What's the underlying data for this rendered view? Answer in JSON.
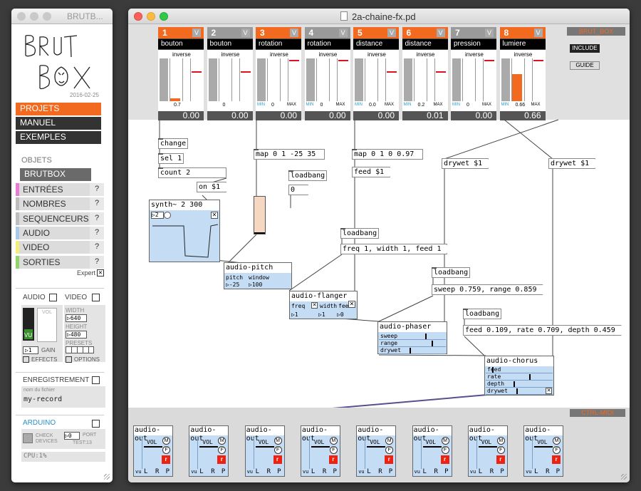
{
  "sidebar": {
    "title": "BRUTB...",
    "logo_text": "BRUT BOX",
    "date": "2016-02-25",
    "nav": [
      {
        "label": "PROJETS",
        "color": "#f26a1f"
      },
      {
        "label": "MANUEL",
        "color": "#333333"
      },
      {
        "label": "EXEMPLES",
        "color": "#333333"
      }
    ],
    "objets_label": "OBJETS",
    "brutbox_label": "BRUTBOX",
    "categories": [
      {
        "label": "ENTRÉES",
        "color": "#e97ad6"
      },
      {
        "label": "NOMBRES",
        "color": "#bdbdbd"
      },
      {
        "label": "SEQUENCEURS",
        "color": "#bdbdbd"
      },
      {
        "label": "AUDIO",
        "color": "#a8c9ea"
      },
      {
        "label": "VIDEO",
        "color": "#f3f07a"
      },
      {
        "label": "SORTIES",
        "color": "#8fd66a"
      }
    ],
    "help": "?",
    "expert": "Expert",
    "audio": "AUDIO",
    "video": "VIDEO",
    "vol": "VOL",
    "vu": "VU",
    "width_label": "WIDTH",
    "width_value": "640",
    "height_label": "HEIGHT",
    "height_value": "480",
    "presets": "PRESETS",
    "gain_value": "1",
    "gain": "GAIN",
    "effects": "EFFECTS",
    "options": "OPTIONS",
    "enregistrement": "ENREGISTREMENT",
    "file_label": "nom du fichier",
    "file_value": "my-record",
    "arduino": "ARDUINO",
    "check_devices": "CHECK DEVICES",
    "port_value": "0",
    "port_label": "PORT",
    "test": "TEST:13",
    "cpu": "CPU:1%"
  },
  "patch": {
    "title": "2a-chaine-fx.pd",
    "brut_box": "BRUT_BOX",
    "include": "INCLUDE",
    "guide": "GUIDE",
    "ctrl_midi": "CTRL-MIDI",
    "controllers": [
      {
        "num": "1",
        "name": "bouton",
        "value": "0.00",
        "active": true,
        "level": 0.07,
        "min": "",
        "mid": "0.7",
        "max": ""
      },
      {
        "num": "2",
        "name": "bouton",
        "value": "0.00",
        "active": false,
        "level": 0.0,
        "min": "",
        "mid": "0",
        "max": ""
      },
      {
        "num": "3",
        "name": "rotation",
        "value": "0.00",
        "active": true,
        "level": 0.0,
        "min": "MIN",
        "mid": "0",
        "max": "MAX"
      },
      {
        "num": "4",
        "name": "rotation",
        "value": "0.00",
        "active": false,
        "level": 0.0,
        "min": "MIN",
        "mid": "0",
        "max": "MAX"
      },
      {
        "num": "5",
        "name": "distance",
        "value": "0.00",
        "active": true,
        "level": 0.0,
        "min": "MIN",
        "mid": "0.0",
        "max": "MAX"
      },
      {
        "num": "6",
        "name": "distance",
        "value": "0.01",
        "active": true,
        "level": 0.0,
        "min": "MIN",
        "mid": "0.2",
        "max": "MAX"
      },
      {
        "num": "7",
        "name": "pression",
        "value": "0.00",
        "active": false,
        "level": 0.0,
        "min": "MIN",
        "mid": "0",
        "max": "MAX"
      },
      {
        "num": "8",
        "name": "lumiere",
        "value": "0.66",
        "active": true,
        "level": 0.66,
        "min": "MIN",
        "mid": "0.66",
        "max": "MAX"
      }
    ],
    "inverse": "inverse",
    "v": "V",
    "objects": {
      "change": "change",
      "sel": "sel 1",
      "count": "count 2",
      "on": "on $1",
      "map1": "map 0 1 -25 35",
      "map2": "map 0 1 0 0.97",
      "loadbang": "loadbang",
      "zero": "0",
      "feed": "feed $1",
      "drywet": "drywet $1",
      "freq_msg": "freq 1, width 1, feed 1",
      "sweep_msg": "sweep 0.759, range 0.859",
      "feed_rate_msg": "feed 0.109, rate 0.709, depth 0.459"
    },
    "synth": {
      "title": "synth~ 2 300",
      "param": "2"
    },
    "pitch": {
      "title": "audio-pitch",
      "p1": "pitch",
      "p2": "window",
      "v1": "-25",
      "v2": "100"
    },
    "flanger": {
      "title": "audio-flanger",
      "p1": "freq",
      "p2": "width",
      "p3": "feed",
      "v1": "1",
      "v2": "1",
      "v3": "0"
    },
    "phaser": {
      "title": "audio-phaser",
      "rows": [
        "sweep",
        "range",
        "drywet"
      ],
      "levels": [
        0.759,
        0.859,
        0.5
      ]
    },
    "chorus": {
      "title": "audio-chorus",
      "rows": [
        "feed",
        "rate",
        "depth",
        "drywet"
      ],
      "levels": [
        0.109,
        0.709,
        0.459,
        0.5
      ]
    },
    "audio_out": {
      "title": "audio-out",
      "vol": "VOL",
      "m": "M",
      "f": "F",
      "r": "r",
      "vu": "vu",
      "l": "L",
      "rr": "R",
      "p": "P"
    }
  }
}
